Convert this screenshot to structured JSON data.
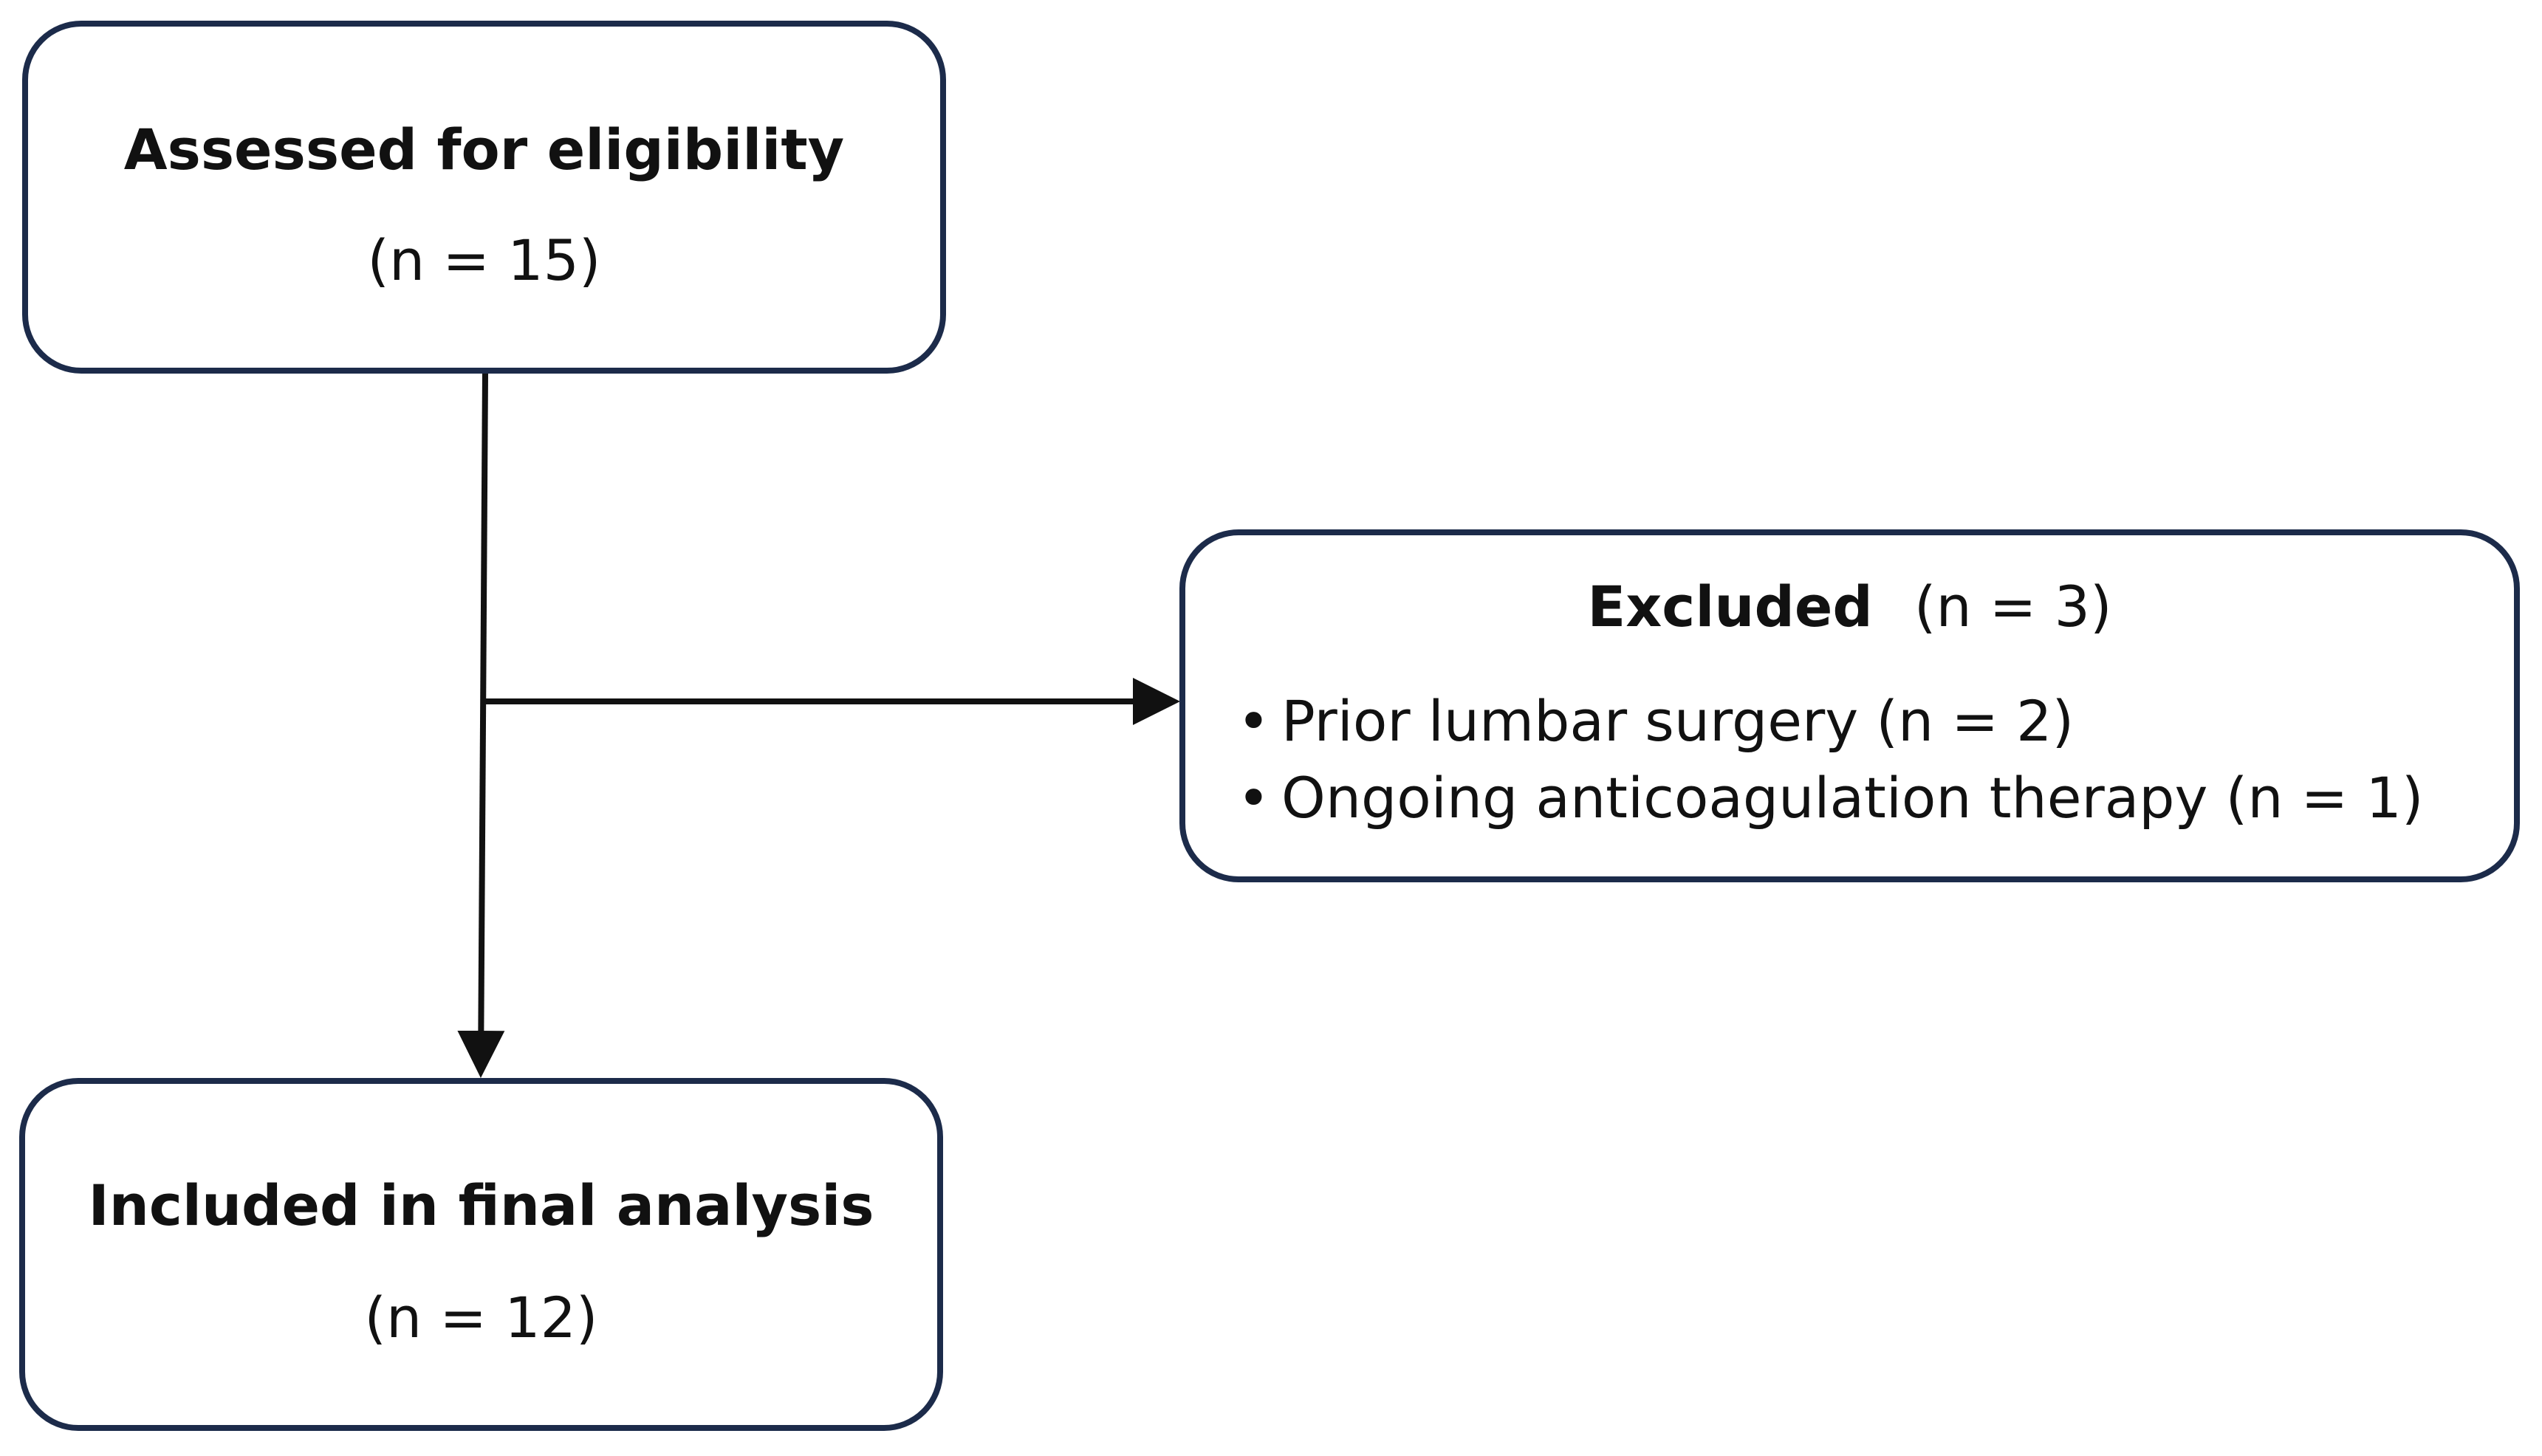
{
  "flowchart": {
    "assessed": {
      "title": "Assessed for eligibility",
      "count": "(n = 15)"
    },
    "excluded": {
      "title": "Excluded",
      "count": "(n = 3)",
      "reasons": [
        "Prior lumbar surgery (n = 2)",
        "Ongoing anticoagulation therapy (n = 1)"
      ]
    },
    "included": {
      "title": "Included in final analysis",
      "count": "(n = 12)"
    }
  },
  "colors": {
    "box_border": "#1c2b4a",
    "arrow": "#111111",
    "text": "#111111"
  }
}
